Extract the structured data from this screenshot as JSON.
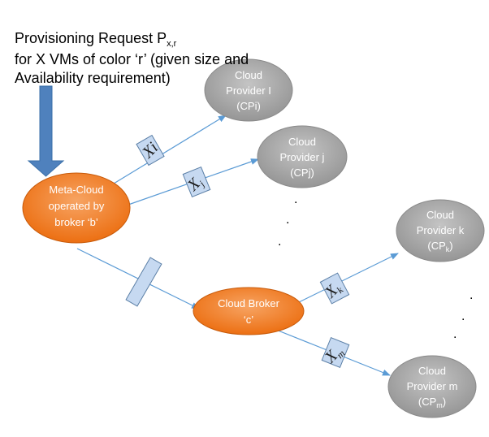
{
  "request": {
    "line1_text": "Provisioning  Request P",
    "line1_subscript": "x,r",
    "line2": "for X VMs of color ‘r’ (given size and",
    "line3": "Availability requirement)"
  },
  "meta_cloud": {
    "line1": "Meta-Cloud",
    "line2": "operated by",
    "line3": "broker ‘b’"
  },
  "cloud_broker": {
    "line1": "Cloud Broker",
    "line2": "‘c’"
  },
  "providers": {
    "i": {
      "line1": "Cloud",
      "line2": "Provider I",
      "line3": "(CPi)"
    },
    "j": {
      "line1": "Cloud",
      "line2": "Provider j",
      "line3": "(CPj)"
    },
    "k": {
      "line1": "Cloud",
      "line2": "Provider k",
      "line3_main": "(CP",
      "line3_sub": "k",
      "line3_end": ")"
    },
    "m": {
      "line1": "Cloud",
      "line2": "Provider m",
      "line3_main": "(CP",
      "line3_sub": "m",
      "line3_end": ")"
    }
  },
  "labels": {
    "xi": "Xi",
    "xj_main": "X",
    "xj_sub": "j",
    "xk_main": "X",
    "xk_sub": "k",
    "xm_main": "X",
    "xm_sub": "m"
  },
  "ellipsis_dot": ".",
  "colors": {
    "orange_node": "#F07B21",
    "grey_node": "#A6A6A6",
    "arrow_line": "#5B9BD5",
    "down_arrow": "#4F81BD",
    "label_box": "#C6D9F1"
  }
}
